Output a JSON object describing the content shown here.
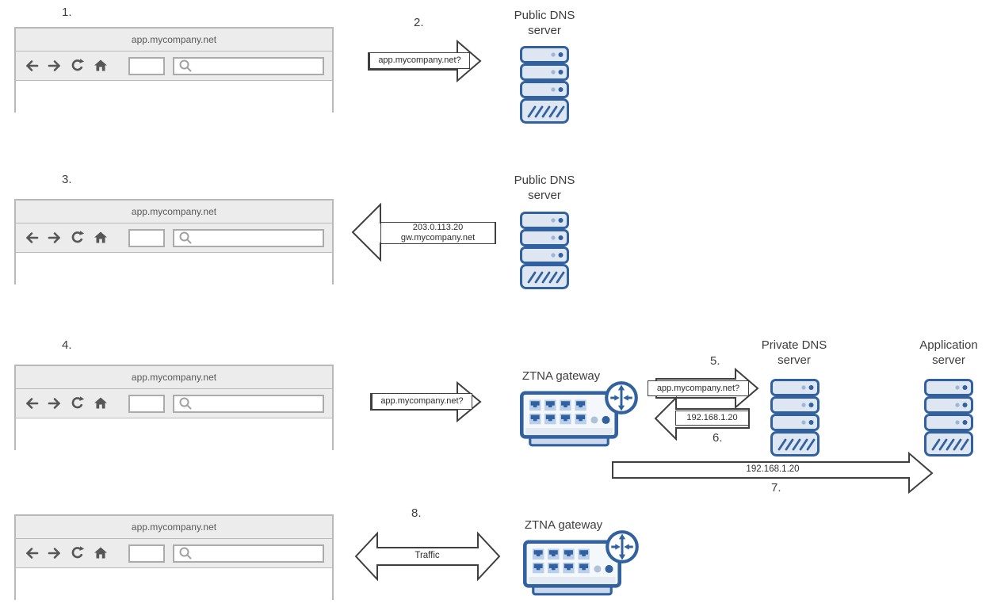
{
  "browser": {
    "url": "app.mycompany.net"
  },
  "steps": {
    "s1": "1.",
    "s2": "2.",
    "s3": "3.",
    "s4": "4.",
    "s5": "5.",
    "s6": "6.",
    "s7": "7.",
    "s8": "8."
  },
  "captions": {
    "public_dns_1": "Public DNS\nserver",
    "public_dns_2": "Public DNS\nserver",
    "ztna_gateway_1": "ZTNA gateway",
    "private_dns": "Private DNS\nserver",
    "application_server": "Application\nserver",
    "ztna_gateway_2": "ZTNA gateway"
  },
  "arrow_labels": {
    "step2_query": "app.mycompany.net?",
    "step3_response": "203.0.113.20\ngw.mycompany.net",
    "step4_query": "app.mycompany.net?",
    "step5_query": "app.mycompany.net?",
    "step6_response": "192.168.1.20",
    "step7_forward": "192.168.1.20",
    "step8_traffic": "Traffic"
  },
  "colors": {
    "device_blue_stroke": "#31619e",
    "device_blue_fill": "#dde6f1",
    "gateway_fill": "#f5f8fb",
    "port_fill": "#b9cfec",
    "led_light": "#9db6d8",
    "arrow_stroke": "#3f3f3f",
    "browser_chrome": "#ececec",
    "browser_border": "#b9b9b9",
    "icon_gray": "#565656"
  }
}
